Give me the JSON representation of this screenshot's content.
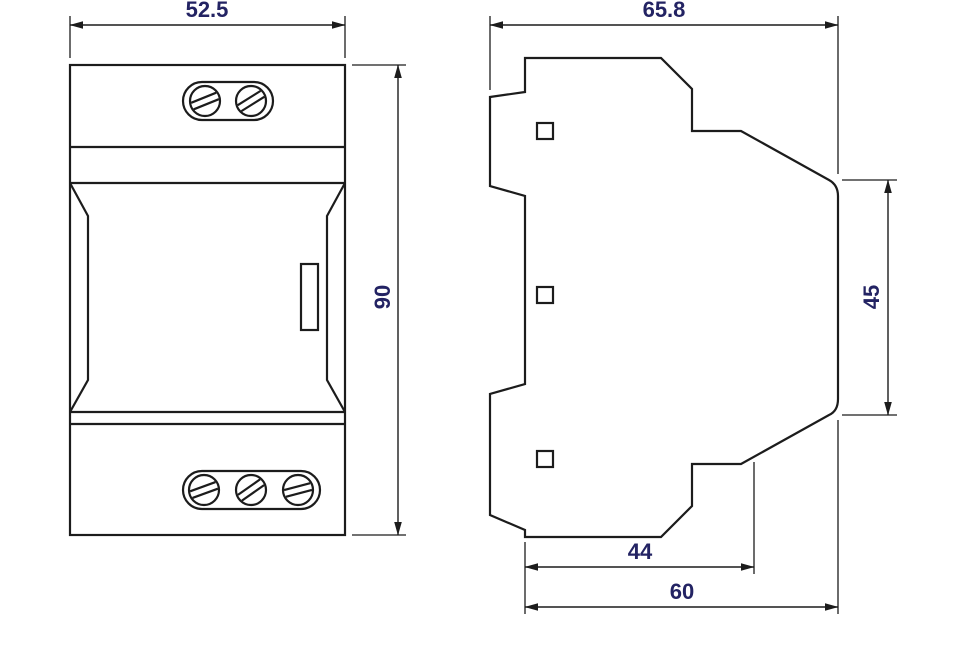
{
  "dimensions": {
    "front_width": "52.5",
    "front_height": "90",
    "side_depth": "65.8",
    "side_face_height": "45",
    "side_lower_depth": "44",
    "side_total_depth": "60"
  },
  "colors": {
    "line": "#1c1c1c",
    "dimension_text": "#232363",
    "background": "#ffffff"
  }
}
